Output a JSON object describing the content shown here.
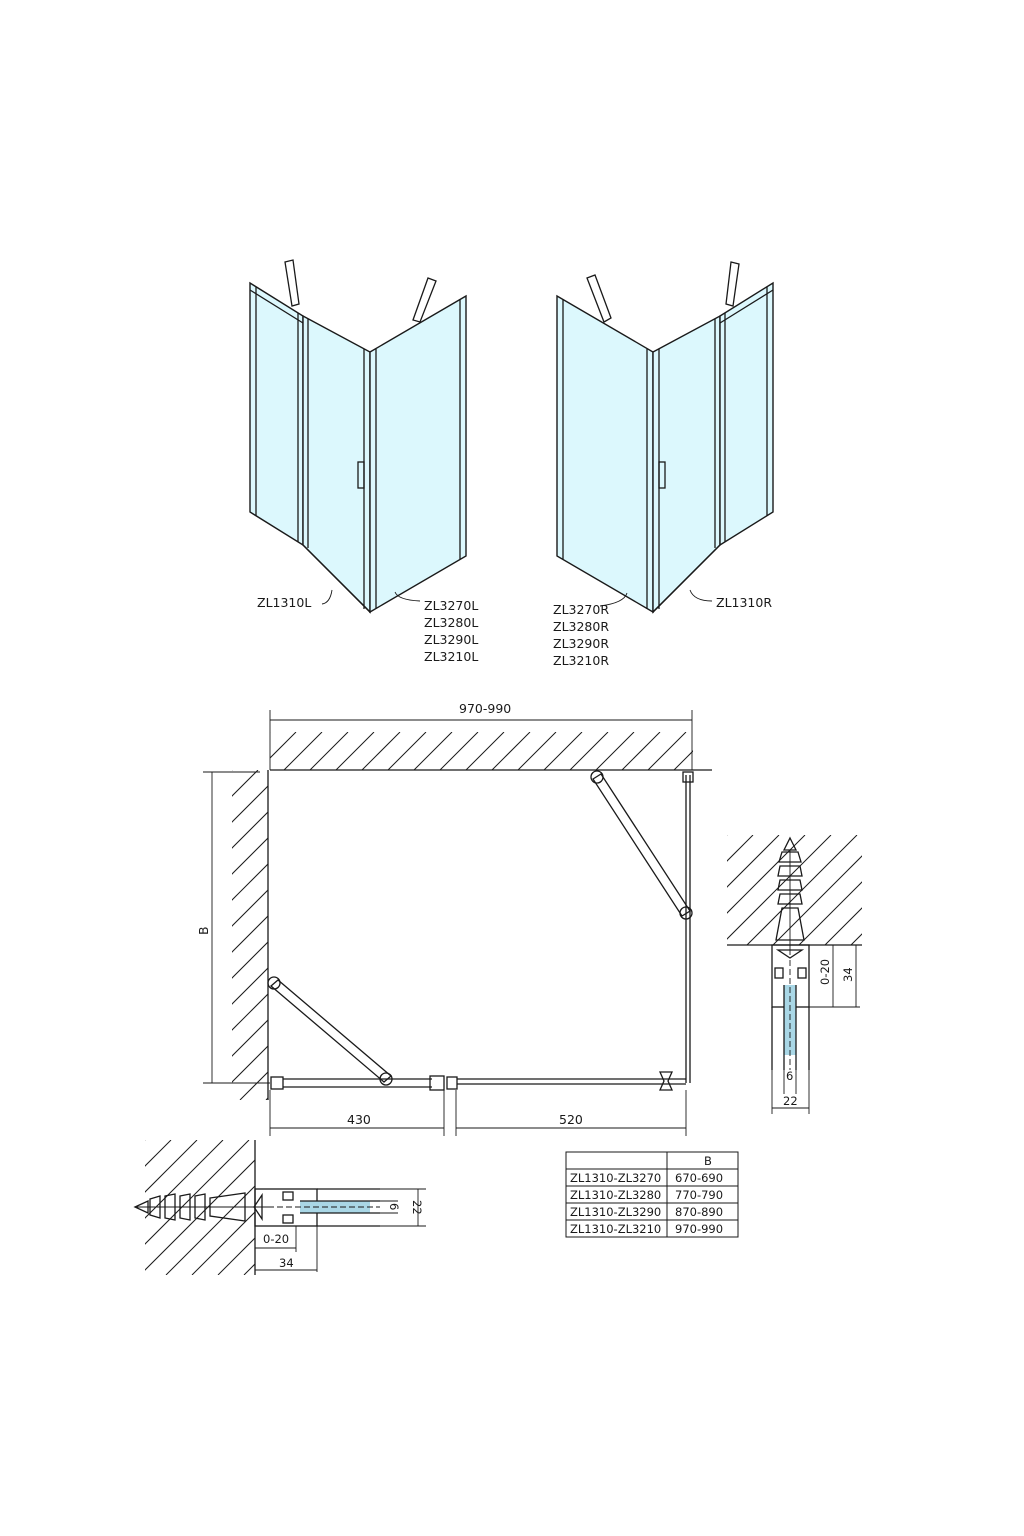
{
  "labels": {
    "left_view_door": "ZL1310L",
    "left_view_panels": [
      "ZL3270L",
      "ZL3280L",
      "ZL3290L",
      "ZL3210L"
    ],
    "right_view_door": "ZL1310R",
    "right_view_panels": [
      "ZL3270R",
      "ZL3280R",
      "ZL3290R",
      "ZL3210R"
    ]
  },
  "dimensions": {
    "overall_width": "970-990",
    "depth": "B",
    "left_segment": "430",
    "right_segment": "520",
    "detail_right_adjust": "0-20",
    "detail_right_depth": "34",
    "detail_right_glass": "6",
    "detail_right_profile": "22",
    "detail_bottom_glass": "6",
    "detail_bottom_profile": "22",
    "detail_bottom_adjust": "0-20",
    "detail_bottom_depth": "34"
  },
  "table": {
    "header": [
      "",
      "B"
    ],
    "rows": [
      [
        "ZL1310-ZL3270",
        "670-690"
      ],
      [
        "ZL1310-ZL3280",
        "770-790"
      ],
      [
        "ZL1310-ZL3290",
        "870-890"
      ],
      [
        "ZL1310-ZL3210",
        "970-990"
      ]
    ]
  }
}
